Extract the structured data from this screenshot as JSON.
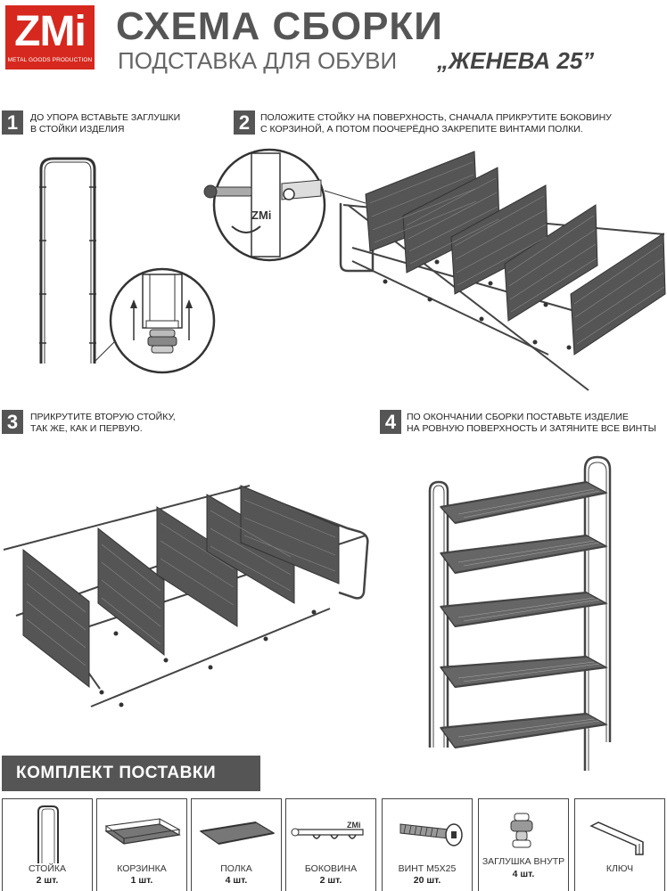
{
  "header": {
    "logo_mark": "ZMi",
    "logo_sub": "METAL GOODS PRODUCTION",
    "title": "СХЕМА СБОРКИ",
    "subtitle": "ПОДСТАВКА ДЛЯ ОБУВИ",
    "model": "„ЖЕНЕВА 25”"
  },
  "steps": [
    {
      "num": "1",
      "line1": "ДО УПОРА ВСТАВЬТЕ ЗАГЛУШКИ",
      "line2": "В СТОЙКИ ИЗДЕЛИЯ"
    },
    {
      "num": "2",
      "line1": "ПОЛОЖИТЕ СТОЙКУ НА ПОВЕРХНОСТЬ, СНАЧАЛА ПРИКРУТИТЕ БОКОВИНУ",
      "line2": "С КОРЗИНОЙ, А ПОТОМ  ПООЧЕРЁДНО  ЗАКРЕПИТЕ ВИНТАМИ ПОЛКИ."
    },
    {
      "num": "3",
      "line1": "ПРИКРУТИТЕ ВТОРУЮ СТОЙКУ,",
      "line2": "ТАК ЖЕ, КАК И ПЕРВУЮ."
    },
    {
      "num": "4",
      "line1": "ПО ОКОНЧАНИИ СБОРКИ ПОСТАВЬТЕ ИЗДЕЛИЕ",
      "line2": "НА РОВНУЮ ПОВЕРХНОСТЬ И ЗАТЯНИТЕ ВСЕ ВИНТЫ"
    }
  ],
  "detail_logo": "ZMi",
  "kit": {
    "heading": "КОМПЛЕКТ ПОСТАВКИ",
    "items": [
      {
        "name": "СТОЙКА",
        "qty": "2 шт."
      },
      {
        "name": "КОРЗИНКА",
        "qty": "1 шт."
      },
      {
        "name": "ПОЛКА",
        "qty": "4 шт."
      },
      {
        "name": "БОКОВИНА",
        "qty": "2 шт."
      },
      {
        "name": "ВИНТ М5х25",
        "qty": "20 шт."
      },
      {
        "name": "ЗАГЛУШКА ВНУТР",
        "qty": "4 шт."
      },
      {
        "name": "КЛЮЧ",
        "qty": ""
      }
    ]
  }
}
